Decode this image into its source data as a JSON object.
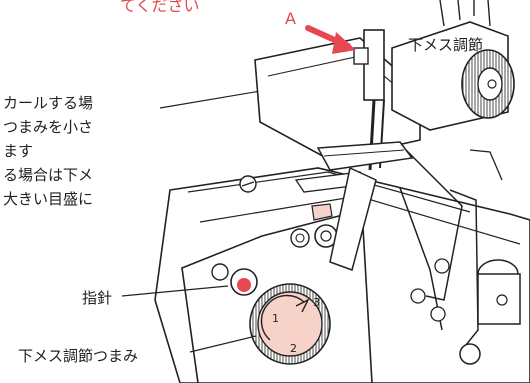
{
  "header": {
    "heading_fragment": "てください"
  },
  "section": {
    "title": "下メス調節"
  },
  "body_text": {
    "lines": [
      "カールする場",
      "つまみを小さ",
      "ます",
      "る場合は下メ",
      "大きい目盛に"
    ]
  },
  "figure": {
    "label_a": "A",
    "callouts": {
      "pointer": "指針",
      "knob": "下メス調節つまみ"
    },
    "dial_marks": [
      "1",
      "2",
      "3"
    ]
  },
  "colors": {
    "accent_red": "#e5484f",
    "knob_fill": "#f6d2c8",
    "ink": "#1f1f1f"
  }
}
